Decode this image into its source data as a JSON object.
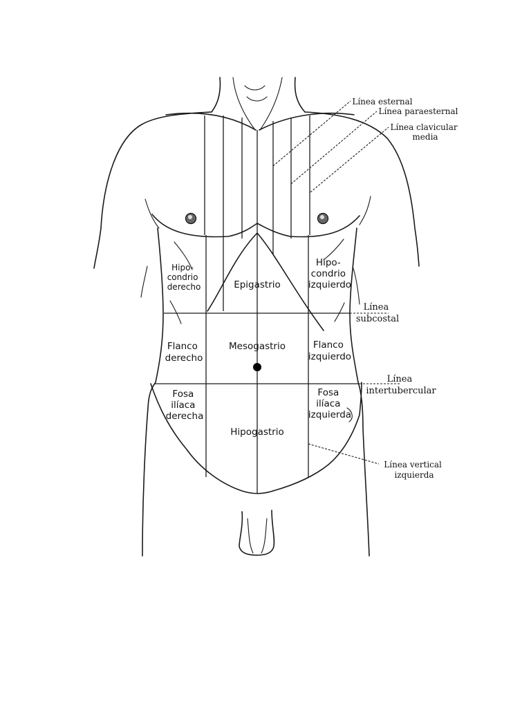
{
  "regions": {
    "hipocondrio_derecho": [
      "Hipo-",
      "condrio",
      "derecho"
    ],
    "epigastrio": [
      "Epigastrio"
    ],
    "hipocondrio_izquierdo": [
      "Hipo-",
      "condrio",
      "izquierdo"
    ],
    "flanco_derecho": [
      "Flanco",
      "derecho"
    ],
    "mesogastrio": [
      "Mesogastrio"
    ],
    "flanco_izquierdo": [
      "Flanco",
      "izquierdo"
    ],
    "fosa_iliaca_derecha": [
      "Fosa",
      "ilíaca",
      "derecha"
    ],
    "hipogastrio": [
      "Hipogastrio"
    ],
    "fosa_iliaca_izquierda": [
      "Fosa",
      "ilíaca",
      "izquierda"
    ]
  },
  "reference_lines": {
    "esternal": [
      "Línea esternal"
    ],
    "paraesternal": [
      "Línea paraesternal"
    ],
    "clavicular_media": [
      "Línea clavicular",
      "media"
    ],
    "subcostal": [
      "Línea",
      "subcostal"
    ],
    "intertubercular": [
      "Línea",
      "intertubercular"
    ],
    "vertical_izquierda": [
      "Línea vertical",
      "izquierda"
    ]
  }
}
